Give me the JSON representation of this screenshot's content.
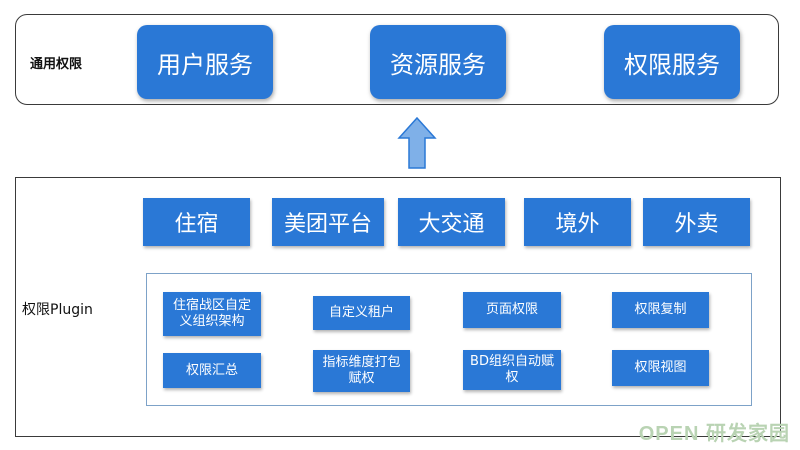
{
  "top": {
    "label": "通用权限",
    "services": [
      "用户服务",
      "资源服务",
      "权限服务"
    ]
  },
  "bottom": {
    "label": "权限Plugin",
    "businesses": [
      "住宿",
      "美团平台",
      "大交通",
      "境外",
      "外卖"
    ],
    "plugins": [
      "住宿战区自定义组织架构",
      "自定义租户",
      "页面权限",
      "权限复制",
      "权限汇总",
      "指标维度打包赋权",
      "BD组织自动赋权",
      "权限视图"
    ]
  },
  "watermark": "OPEN 研发家园",
  "colors": {
    "box": "#2a78d6",
    "arrow": "#2a78d6"
  }
}
